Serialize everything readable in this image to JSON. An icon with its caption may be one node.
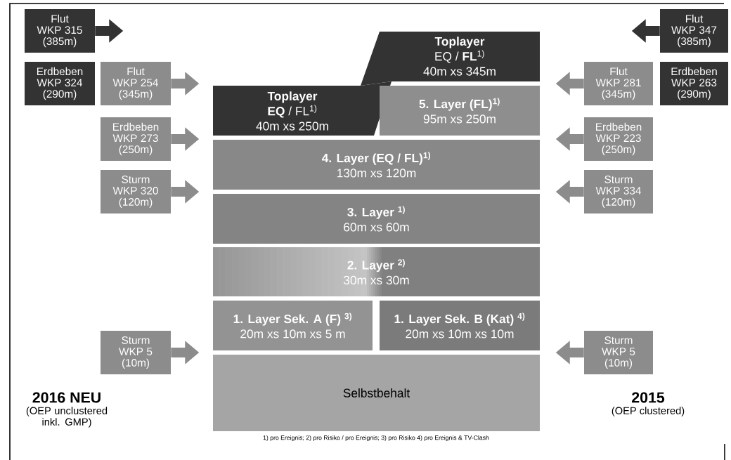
{
  "diagram": {
    "nodes": [
      {
        "text": [
          "Flut",
          "WKP 315 (385m)"
        ]
      },
      {
        "text": [
          "Erdbeben",
          "WKP 324 (290m)"
        ]
      },
      {
        "text": [
          "Flut",
          "WKP 254 (345m)"
        ]
      },
      {
        "text": [
          "Erdbeben",
          "WKP 273 (250m)"
        ]
      },
      {
        "text": [
          "Sturm",
          "WKP 320 (120m)"
        ]
      },
      {
        "text": [
          "Sturm",
          "WKP 5 (10m)"
        ]
      },
      {
        "text": [
          "Flut",
          "WKP 347 (385m)"
        ]
      },
      {
        "text": [
          "Flut",
          "WKP 281 (345m)"
        ]
      },
      {
        "text": [
          "Erdbeben",
          "WKP 263 (290m)"
        ]
      },
      {
        "text": [
          "Erdbeben",
          "WKP 223 (250m)"
        ]
      },
      {
        "text": [
          "Sturm",
          "WKP 334 (120m)"
        ]
      },
      {
        "text": [
          "Sturm",
          "WKP 5 (10m)"
        ]
      },
      {
        "text": [
          "Toplayer",
          "**EQ** / FL$^{1)}$",
          "40m xs 250m"
        ]
      },
      {
        "text": [
          "Toplayer",
          "EQ / **FL**$^{1)}$",
          "40m xs 345m"
        ]
      },
      {
        "text": [
          "5. Layer (FL)$^{1)}$",
          "95m xs 250m"
        ]
      },
      {
        "text": [
          "4. Layer (EQ / FL)$^{1)}$",
          "130m xs 120m"
        ]
      },
      {
        "text": [
          "3. Layer $^{1)}$",
          "60m xs 60m"
        ]
      },
      {
        "text": [
          "2. Layer $^{2)}$",
          "30m xs 30m"
        ]
      },
      {
        "text": [
          "1. Layer Sek. A (F) $^{3)}$",
          "20m xs 10m xs 5 m"
        ]
      },
      {
        "text": [
          "1. Layer Sek. B (Kat) $^{4)}$",
          "20m xs 10m xs 10m"
        ]
      },
      {
        "text": [
          "Selbstbehalt"
        ]
      }
    ],
    "edges": [
      {
        "from": 0,
        "to": null,
        "arrow": "to",
        "color": "#333333"
      },
      {
        "from": 2,
        "to": null,
        "arrow": "to"
      },
      {
        "from": 3,
        "to": null,
        "arrow": "to"
      },
      {
        "from": 4,
        "to": null,
        "arrow": "to"
      },
      {
        "from": 5,
        "to": null,
        "arrow": "to"
      },
      {
        "from": 6,
        "to": null,
        "arrow": "to",
        "color": "#333333"
      },
      {
        "from": 7,
        "to": null,
        "arrow": "to"
      },
      {
        "from": 9,
        "to": null,
        "arrow": "to"
      },
      {
        "from": 10,
        "to": null,
        "arrow": "to"
      },
      {
        "from": 11,
        "to": null,
        "arrow": "to"
      }
    ],
    "labels": [
      "2016 NEU",
      "(OEP unclustered inkl. GMP)",
      "2015",
      "(OEP clustered)",
      "1) pro Ereignis; 2) pro Risiko / pro Ereignis; 3) pro Risiko 4) pro Ereignis & TV-Clash"
    ]
  }
}
